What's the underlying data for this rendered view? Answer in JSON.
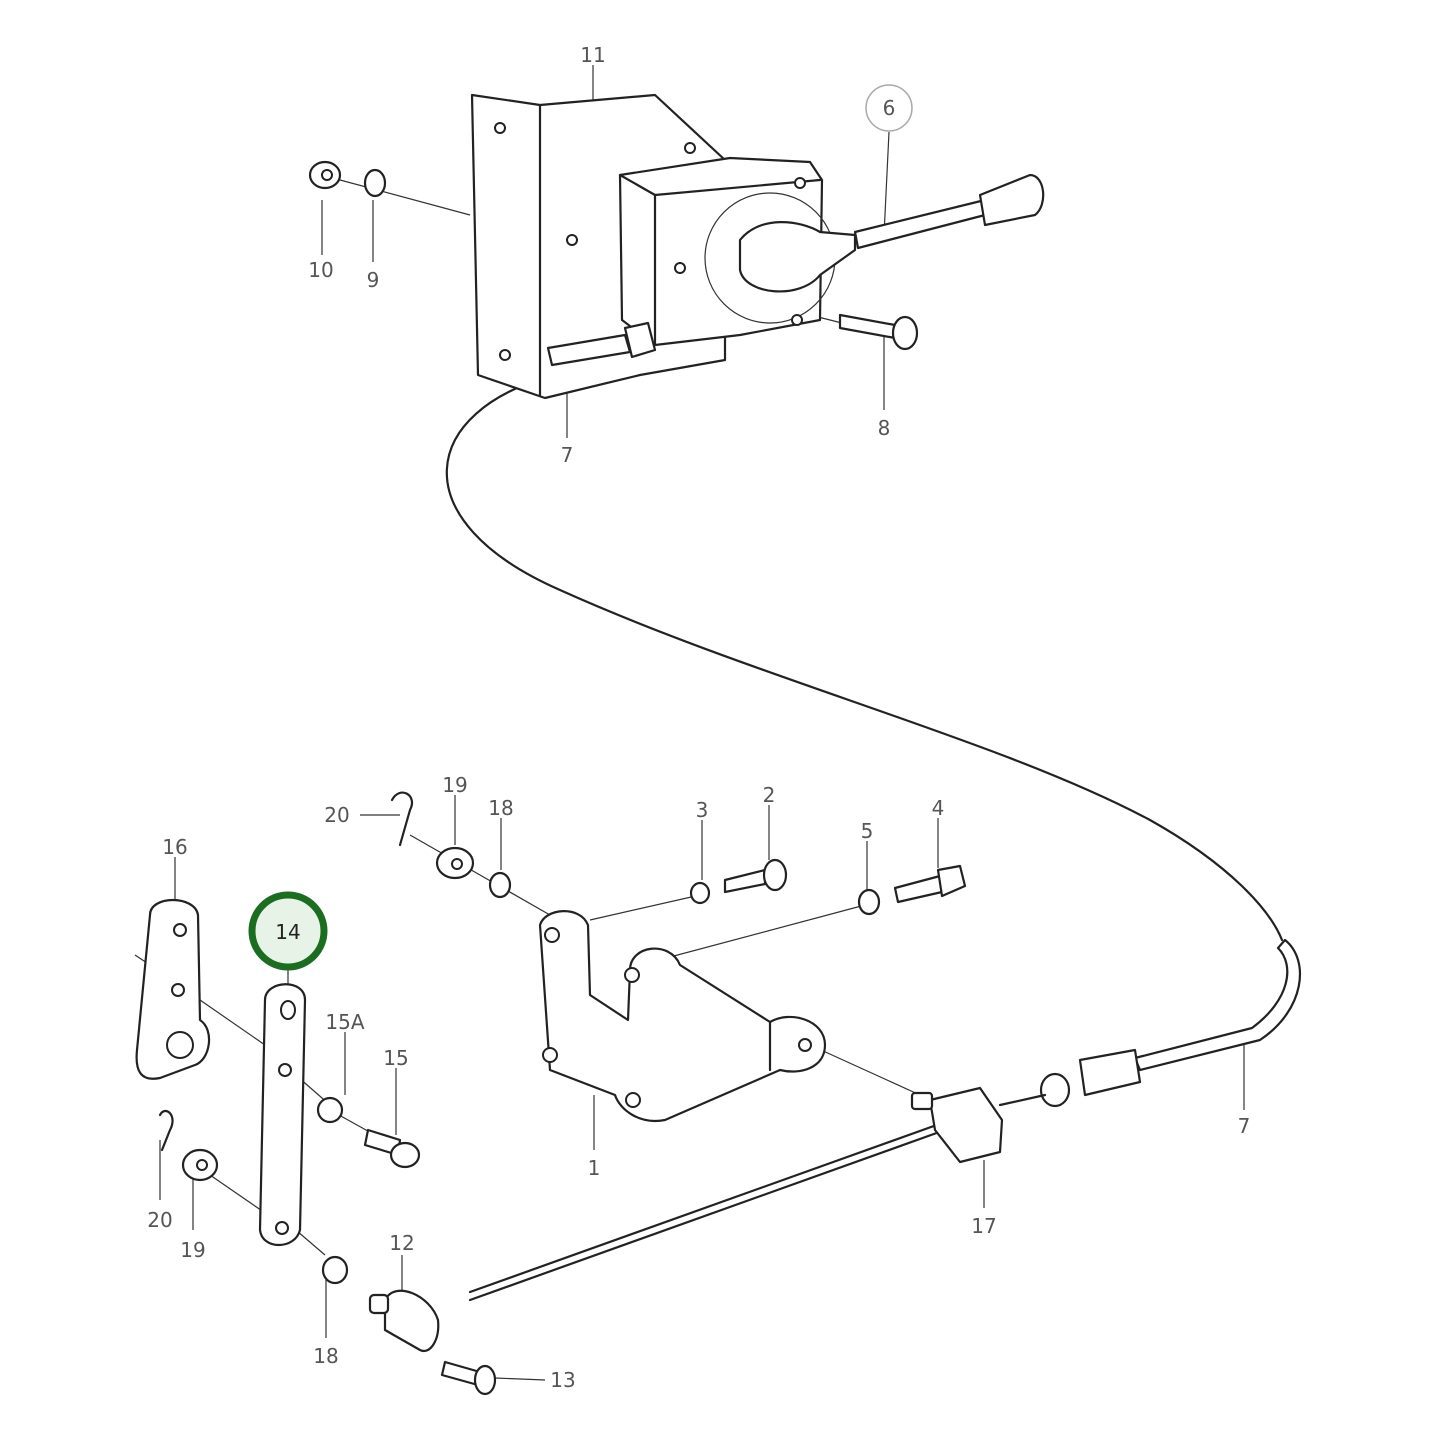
{
  "diagram": {
    "highlight_color": "#1b6e20",
    "highlight_fill": "#e8f3e8",
    "callouts": {
      "c11": "11",
      "c6": "6",
      "c10": "10",
      "c9": "9",
      "c8": "8",
      "c7a": "7",
      "c20a": "20",
      "c19a": "19",
      "c18a": "18",
      "c3": "3",
      "c2": "2",
      "c5": "5",
      "c4": "4",
      "c16": "16",
      "c14": "14",
      "c15a": "15A",
      "c15": "15",
      "c1": "1",
      "c7b": "7",
      "c17": "17",
      "c20b": "20",
      "c19b": "19",
      "c12": "12",
      "c18b": "18",
      "c13": "13"
    },
    "highlighted_part": "14"
  }
}
